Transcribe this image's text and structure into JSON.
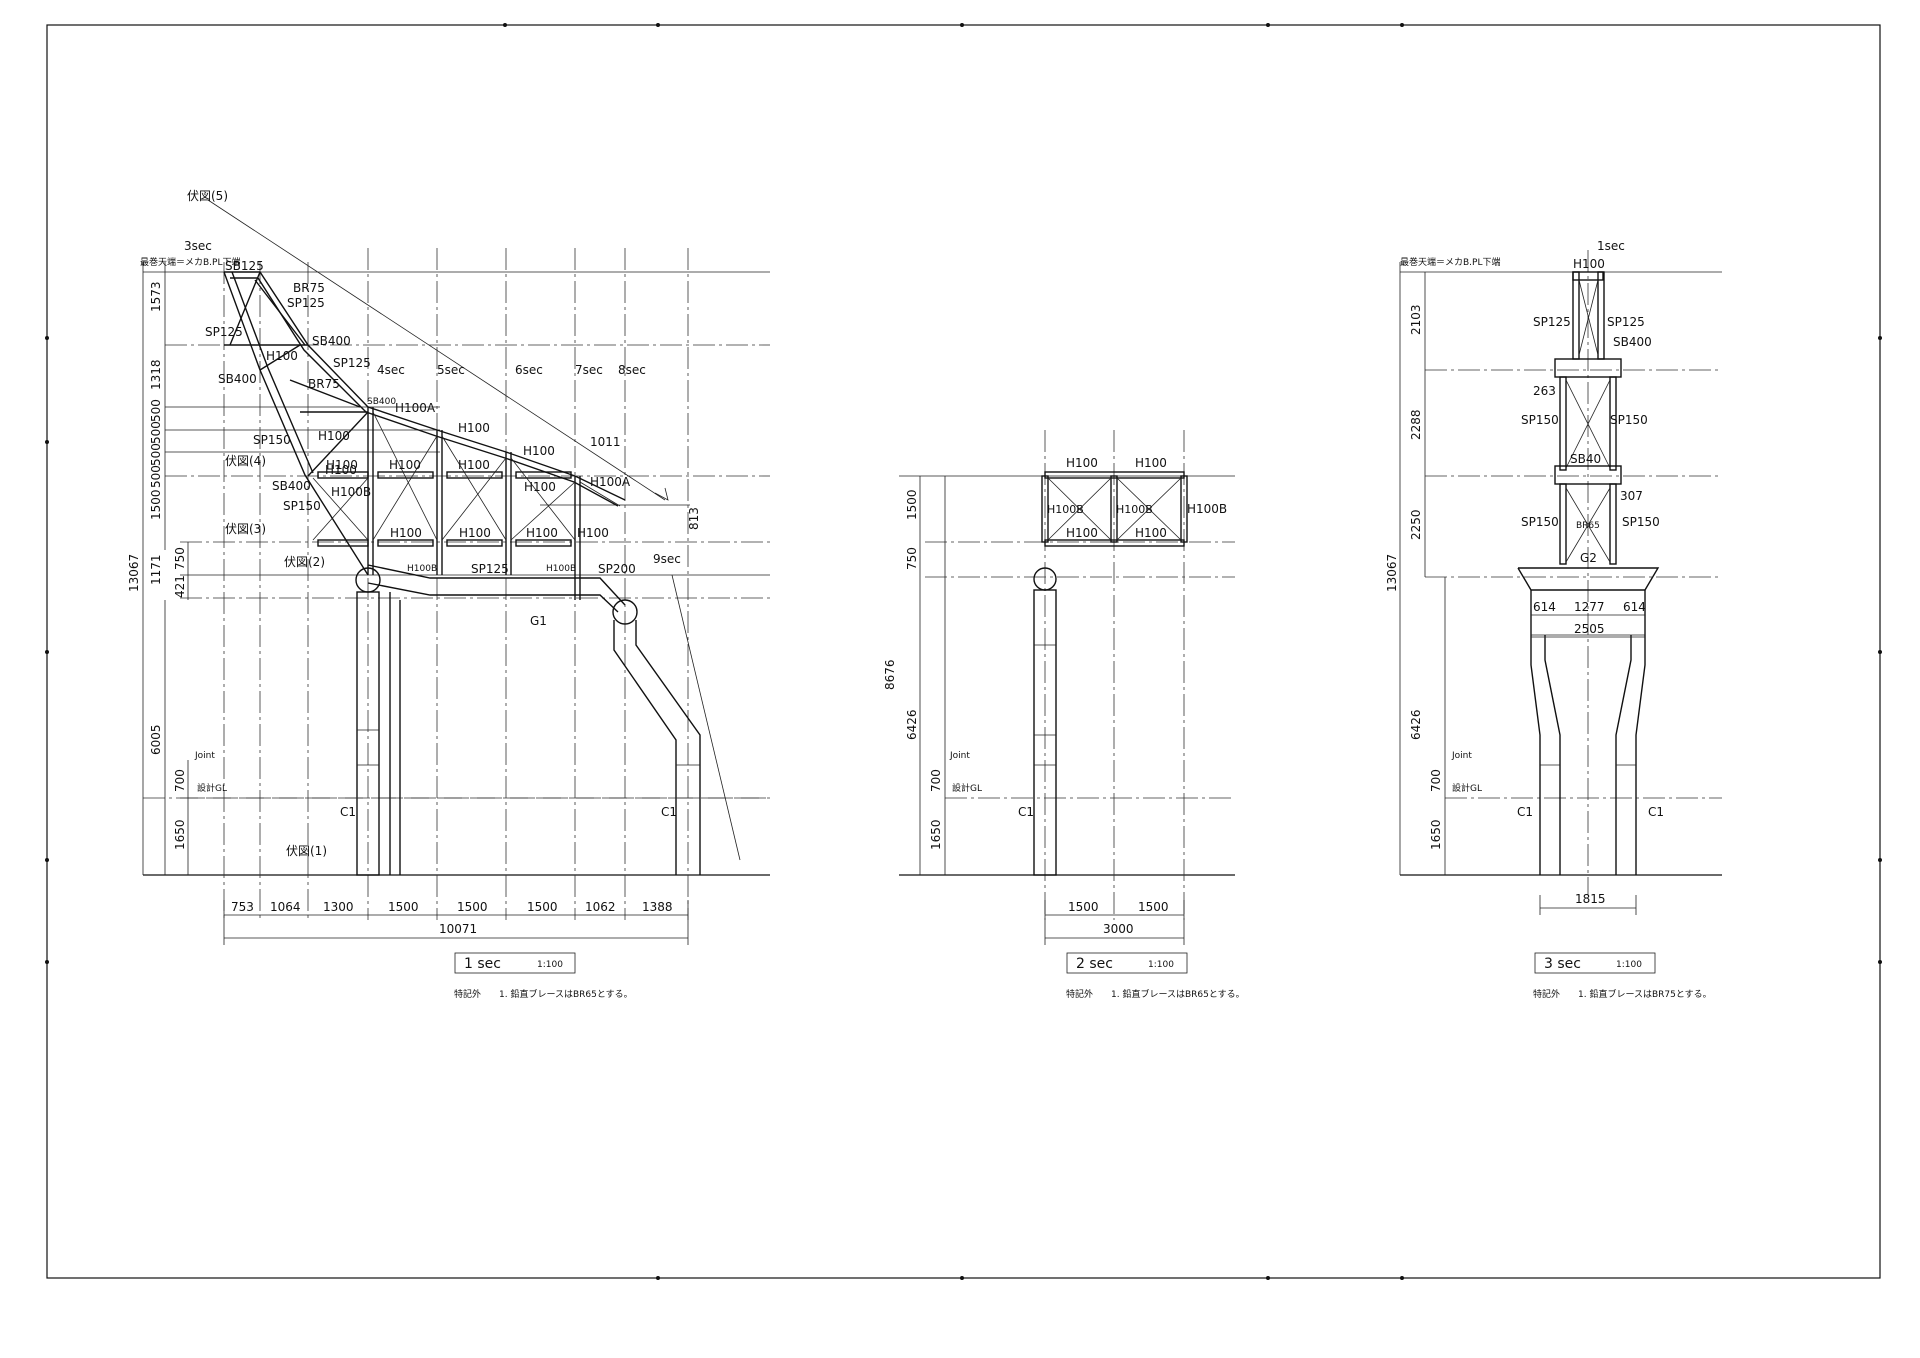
{
  "sheet": {
    "notes_prefix": "特記外",
    "top_level_label": "最巻天端＝メカB.PL下端"
  },
  "sec1": {
    "title": "1 sec",
    "scale": "1:100",
    "note": "1. 鉛直ブレースはBR65とする。",
    "members": [
      "SB125",
      "BR75",
      "SP125",
      "SP125",
      "SB400",
      "H100",
      "SP125",
      "SB400",
      "BR75",
      "SB400",
      "H100A",
      "H100",
      "H100",
      "SP150",
      "H100",
      "H100",
      "H100",
      "H100",
      "H100",
      "H100A",
      "SB400",
      "H100B",
      "H100",
      "SP150",
      "H100",
      "H100",
      "H100",
      "H100",
      "H100B",
      "SP125",
      "H100B",
      "SP200",
      "G1",
      "C1",
      "C1"
    ],
    "sections": [
      "3sec",
      "4sec",
      "5sec",
      "6sec",
      "7sec",
      "8sec",
      "9sec"
    ],
    "fukuzu": [
      "伏図(5)",
      "伏図(4)",
      "伏図(3)",
      "伏図(2)",
      "伏図(1)"
    ],
    "v_dims": [
      "1573",
      "1318",
      "500",
      "500",
      "500",
      "500",
      "1500",
      "750",
      "421",
      "1171",
      "6005",
      "700",
      "1650",
      "13067"
    ],
    "h_dims": [
      "753",
      "1064",
      "1300",
      "1500",
      "1500",
      "1500",
      "1062",
      "1388"
    ],
    "total": "10071",
    "side_dims": [
      "1011",
      "813"
    ],
    "joint": "Joint",
    "gl": "設計GL"
  },
  "sec2": {
    "title": "2 sec",
    "scale": "1:100",
    "note": "1. 鉛直ブレースはBR65とする。",
    "members": [
      "H100",
      "H100",
      "H100B",
      "H100B",
      "H100B",
      "H100",
      "H100",
      "C1"
    ],
    "v_dims": [
      "1500",
      "750",
      "6426",
      "700",
      "1650",
      "8676"
    ],
    "h_dims": [
      "1500",
      "1500"
    ],
    "total": "3000",
    "joint": "Joint",
    "gl": "設計GL"
  },
  "sec3": {
    "title": "3 sec",
    "scale": "1:100",
    "note": "1. 鉛直ブレースはBR75とする。",
    "members": [
      "1sec",
      "H100",
      "SP125",
      "SP125",
      "SB400",
      "263",
      "SP150",
      "SP150",
      "SB40",
      "307",
      "SP150",
      "BR65",
      "SP150",
      "G2",
      "C1",
      "C1"
    ],
    "v_dims": [
      "2103",
      "2288",
      "2250",
      "6426",
      "700",
      "1650",
      "13067"
    ],
    "top_dims": [
      "614",
      "1277",
      "614"
    ],
    "top_total": "2505",
    "bottom": "1815",
    "joint": "Joint",
    "gl": "設計GL"
  }
}
